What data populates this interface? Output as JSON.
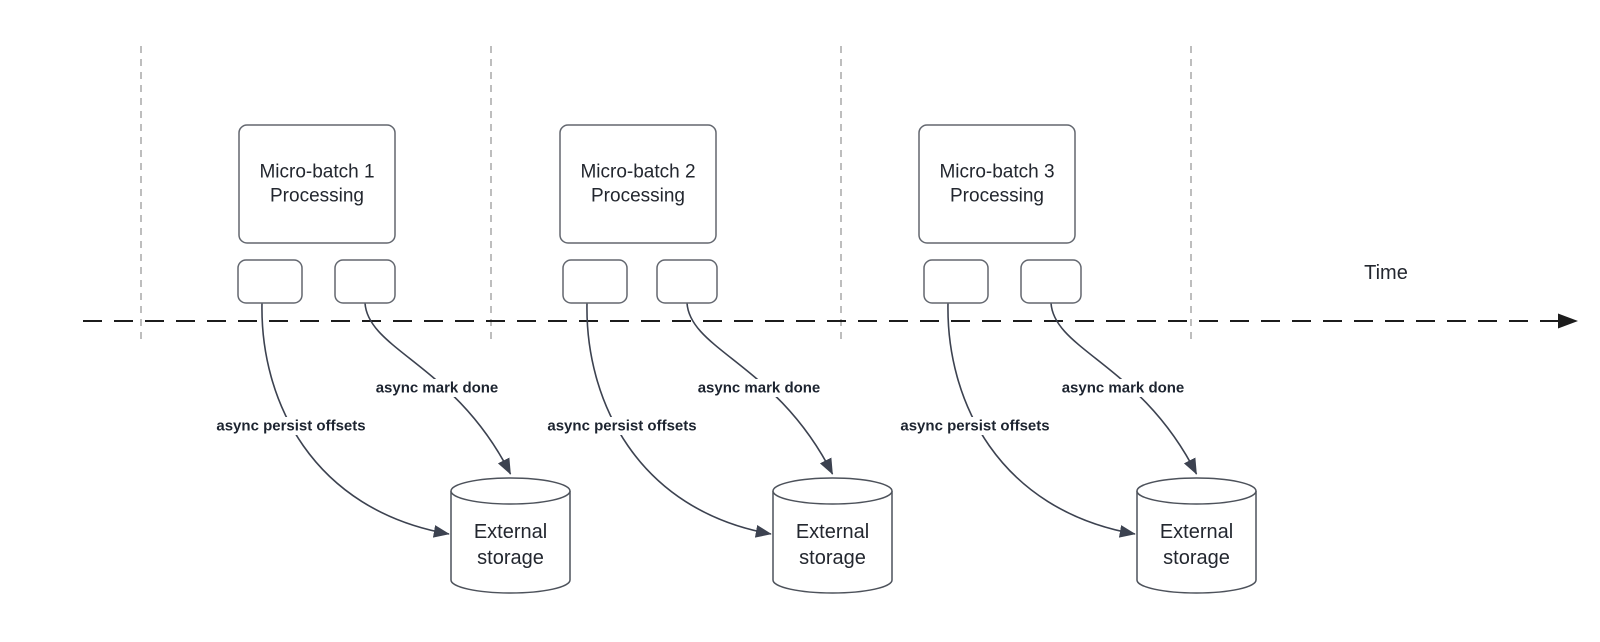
{
  "diagram": {
    "time_axis_label": "Time",
    "sections": [
      {
        "batch_lines": [
          "Micro-batch 1",
          "Processing"
        ],
        "persist_arrow_label": "async persist offsets",
        "mark_done_arrow_label": "async mark done",
        "storage_lines": [
          "External",
          "storage"
        ]
      },
      {
        "batch_lines": [
          "Micro-batch 2",
          "Processing"
        ],
        "persist_arrow_label": "async persist offsets",
        "mark_done_arrow_label": "async mark done",
        "storage_lines": [
          "External",
          "storage"
        ]
      },
      {
        "batch_lines": [
          "Micro-batch 3",
          "Processing"
        ],
        "persist_arrow_label": "async persist offsets",
        "mark_done_arrow_label": "async mark done",
        "storage_lines": [
          "External",
          "storage"
        ]
      }
    ]
  },
  "colors": {
    "background": "#ffffff",
    "gridline": "#a8a8a8",
    "axis": "#1c1c1c",
    "shape_border": "#63676f",
    "connector": "#3c4250",
    "text": "#23272f",
    "edge_label_text": "#1d2430"
  }
}
